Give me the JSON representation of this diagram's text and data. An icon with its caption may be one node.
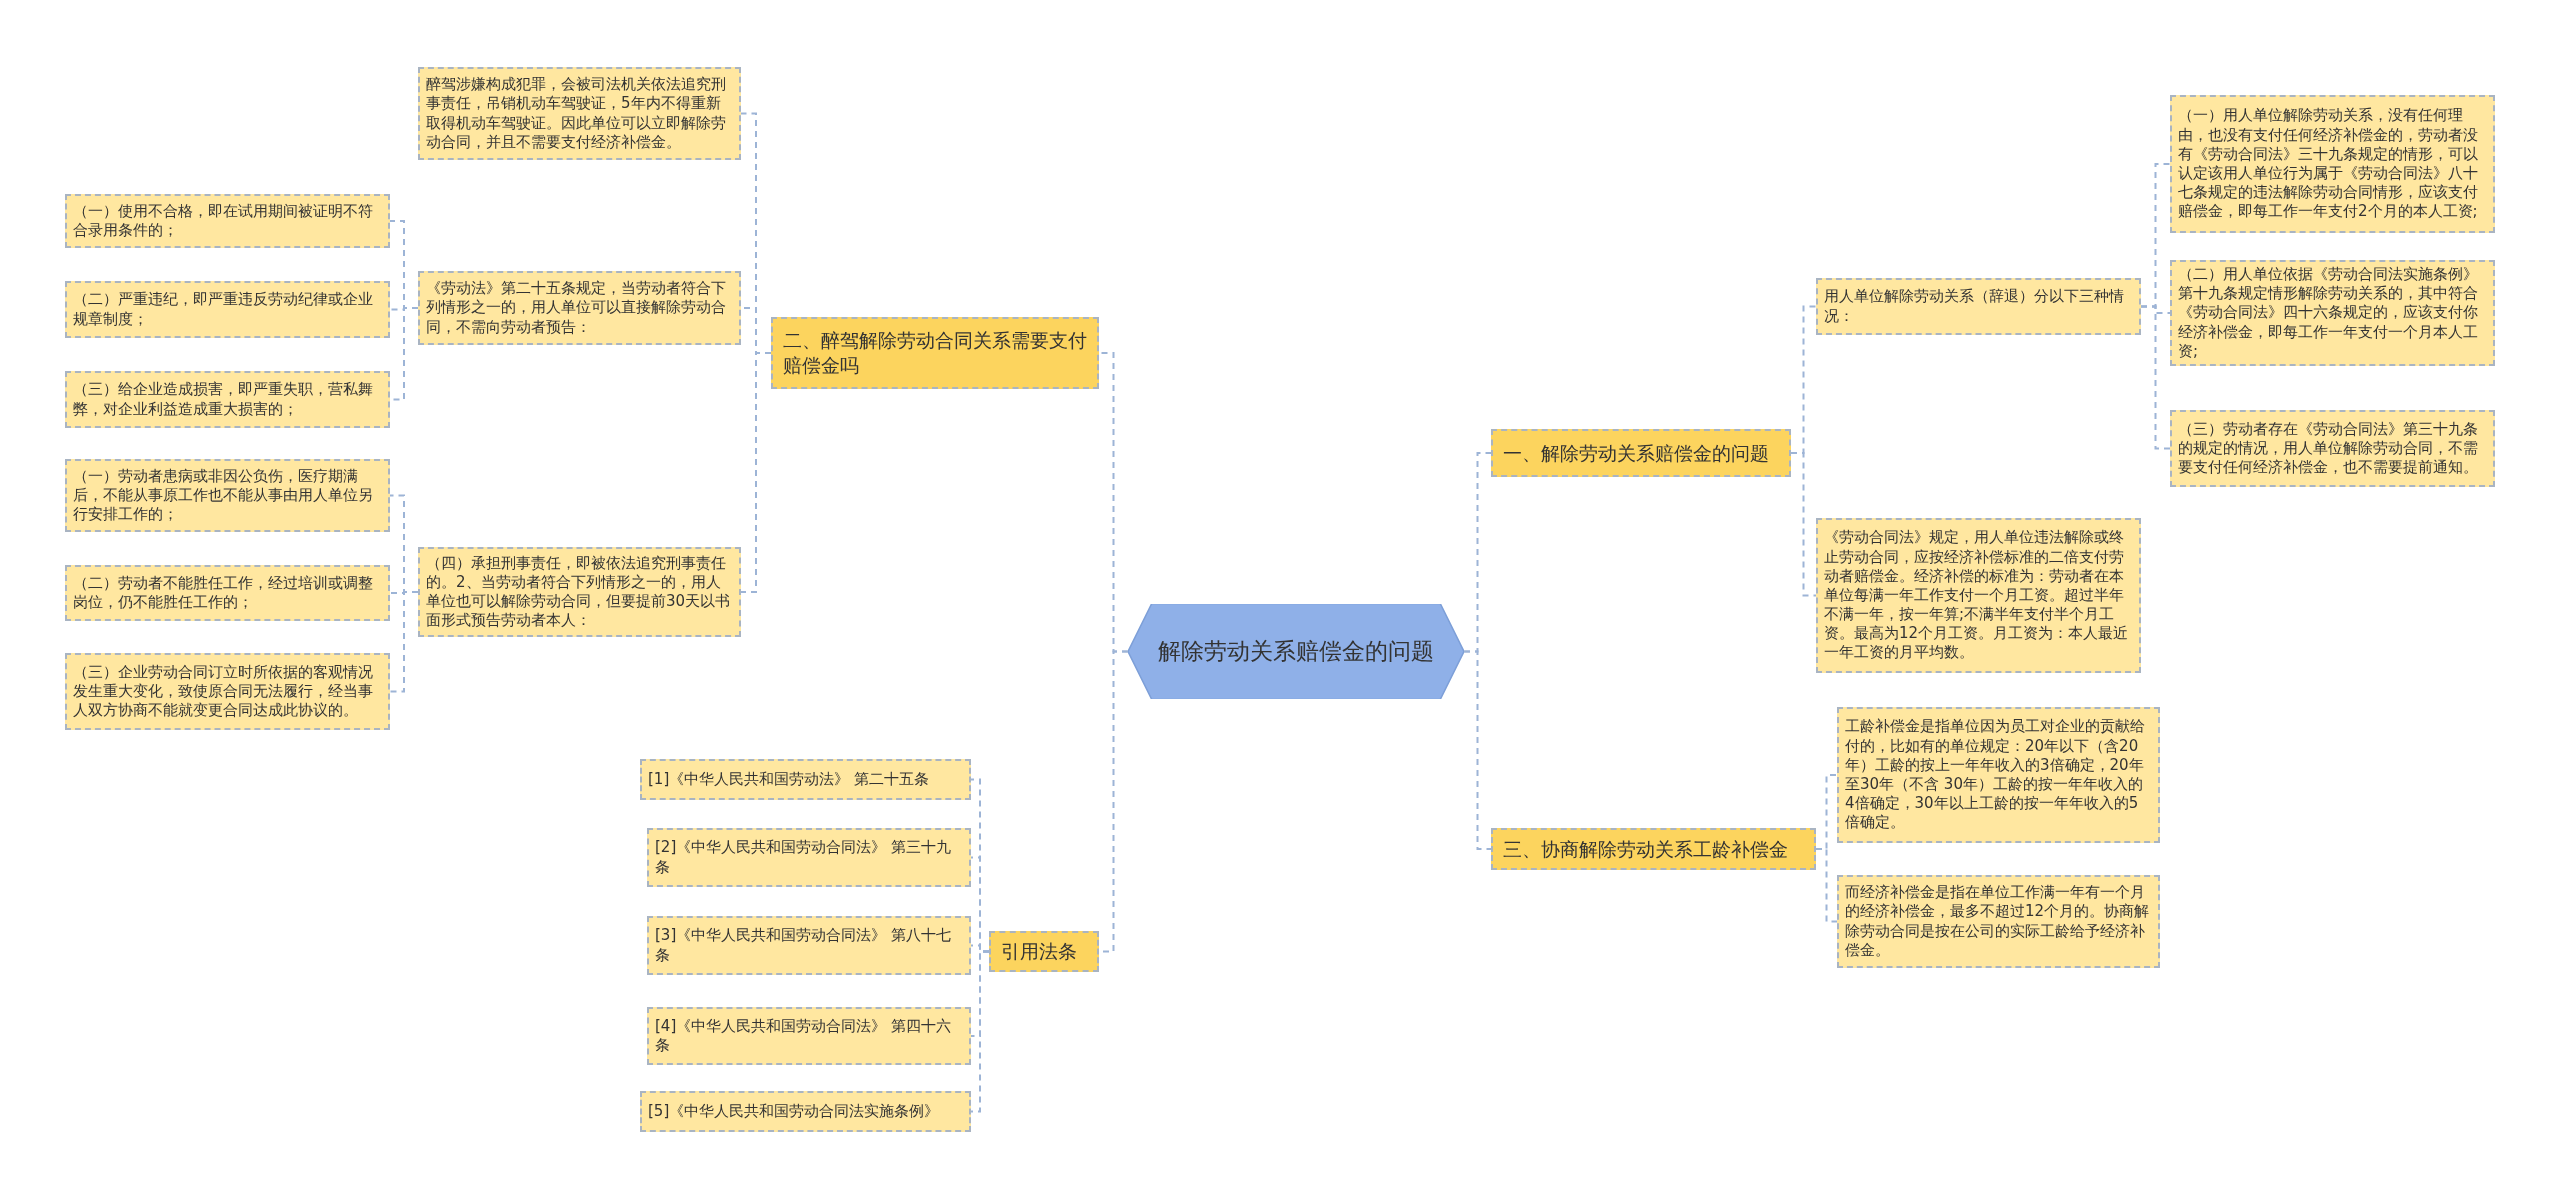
{
  "diagram": {
    "nodes": [
      {
        "text": [
          "解除劳动关系赔偿金的问题"
        ]
      },
      {
        "text": [
          "二、醉驾解除劳动合同关系需要支付赔偿金吗"
        ]
      },
      {
        "text": [
          "醉驾涉嫌构成犯罪，会被司法机关依法追究刑事责任，吊销机动车驾驶证，5年内不得重新取得机动车驾驶证。因此单位可以立即解除劳动合同，并且不需要支付经济补偿金。"
        ]
      },
      {
        "text": [
          "《劳动法》第二十五条规定，当劳动者符合下列情形之一的，用人单位可以直接解除劳动合同，不需向劳动者预告："
        ]
      },
      {
        "text": [
          "（一）使用不合格，即在试用期间被证明不符合录用条件的；"
        ]
      },
      {
        "text": [
          "（二）严重违纪，即严重违反劳动纪律或企业规章制度；"
        ]
      },
      {
        "text": [
          "（三）给企业造成损害，即严重失职，营私舞弊，对企业利益造成重大损害的；"
        ]
      },
      {
        "text": [
          "（四）承担刑事责任，即被依法追究刑事责任的。2、当劳动者符合下列情形之一的，用人单位也可以解除劳动合同，但要提前30天以书面形式预告劳动者本人："
        ]
      },
      {
        "text": [
          "（一）劳动者患病或非因公负伤，医疗期满后，不能从事原工作也不能从事由用人单位另行安排工作的；"
        ]
      },
      {
        "text": [
          "（二）劳动者不能胜任工作，经过培训或调整岗位，仍不能胜任工作的；"
        ]
      },
      {
        "text": [
          "（三）企业劳动合同订立时所依据的客观情况发生重大变化，致使原合同无法履行，经当事人双方协商不能就变更合同达成此协议的。"
        ]
      },
      {
        "text": [
          "引用法条"
        ]
      },
      {
        "text": [
          "[1]《中华人民共和国劳动法》 第二十五条"
        ]
      },
      {
        "text": [
          "[2]《中华人民共和国劳动合同法》 第三十九条"
        ]
      },
      {
        "text": [
          "[3]《中华人民共和国劳动合同法》 第八十七条"
        ]
      },
      {
        "text": [
          "[4]《中华人民共和国劳动合同法》 第四十六条"
        ]
      },
      {
        "text": [
          "[5]《中华人民共和国劳动合同法实施条例》"
        ]
      },
      {
        "text": [
          "一、解除劳动关系赔偿金的问题"
        ]
      },
      {
        "text": [
          "用人单位解除劳动关系（辞退）分以下三种情况："
        ]
      },
      {
        "text": [
          "（一）用人单位解除劳动关系，没有任何理由，也没有支付任何经济补偿金的，劳动者没有《劳动合同法》三十九条规定的情形，可以认定该用人单位行为属于《劳动合同法》八十七条规定的违法解除劳动合同情形，应该支付赔偿金，即每工作一年支付2个月的本人工资;"
        ]
      },
      {
        "text": [
          "（二）用人单位依据《劳动合同法实施条例》第十九条规定情形解除劳动关系的，其中符合《劳动合同法》四十六条规定的，应该支付你经济补偿金，即每工作一年支付一个月本人工资;"
        ]
      },
      {
        "text": [
          "（三）劳动者存在《劳动合同法》第三十九条的规定的情况，用人单位解除劳动合同，不需要支付任何经济补偿金，也不需要提前通知。"
        ]
      },
      {
        "text": [
          "《劳动合同法》规定，用人单位违法解除或终止劳动合同，应按经济补偿标准的二倍支付劳动者赔偿金。经济补偿的标准为：劳动者在本单位每满一年工作支付一个月工资。超过半年不满一年，按一年算;不满半年支付半个月工资。最高为12个月工资。月工资为：本人最近一年工资的月平均数。"
        ]
      },
      {
        "text": [
          "三、协商解除劳动关系工龄补偿金"
        ]
      },
      {
        "text": [
          "工龄补偿金是指单位因为员工对企业的贡献给付的，比如有的单位规定：20年以下（含20年）工龄的按上一年年收入的3倍确定，20年至30年（不含 30年）工龄的按一年年收入的4倍确定，30年以上工龄的按一年年收入的5倍确定。"
        ]
      },
      {
        "text": [
          "而经济补偿金是指在单位工作满一年有一个月的经济补偿金，最多不超过12个月的。协商解除劳动合同是按在公司的实际工龄给予经济补偿金。"
        ]
      }
    ],
    "edges": [
      {
        "from": 0,
        "to": 1,
        "arrow": "none"
      },
      {
        "from": 1,
        "to": 2,
        "arrow": "none"
      },
      {
        "from": 1,
        "to": 3,
        "arrow": "none"
      },
      {
        "from": 3,
        "to": 4,
        "arrow": "none"
      },
      {
        "from": 3,
        "to": 5,
        "arrow": "none"
      },
      {
        "from": 3,
        "to": 6,
        "arrow": "none"
      },
      {
        "from": 1,
        "to": 7,
        "arrow": "none"
      },
      {
        "from": 7,
        "to": 8,
        "arrow": "none"
      },
      {
        "from": 7,
        "to": 9,
        "arrow": "none"
      },
      {
        "from": 7,
        "to": 10,
        "arrow": "none"
      },
      {
        "from": 0,
        "to": 11,
        "arrow": "none"
      },
      {
        "from": 11,
        "to": 12,
        "arrow": "none"
      },
      {
        "from": 11,
        "to": 13,
        "arrow": "none"
      },
      {
        "from": 11,
        "to": 14,
        "arrow": "none"
      },
      {
        "from": 11,
        "to": 15,
        "arrow": "none"
      },
      {
        "from": 11,
        "to": 16,
        "arrow": "none"
      },
      {
        "from": 0,
        "to": 17,
        "arrow": "none"
      },
      {
        "from": 17,
        "to": 18,
        "arrow": "none"
      },
      {
        "from": 18,
        "to": 19,
        "arrow": "none"
      },
      {
        "from": 18,
        "to": 20,
        "arrow": "none"
      },
      {
        "from": 18,
        "to": 21,
        "arrow": "none"
      },
      {
        "from": 17,
        "to": 22,
        "arrow": "none"
      },
      {
        "from": 0,
        "to": 23,
        "arrow": "none"
      },
      {
        "from": 23,
        "to": 24,
        "arrow": "none"
      },
      {
        "from": 23,
        "to": 25,
        "arrow": "none"
      }
    ]
  }
}
